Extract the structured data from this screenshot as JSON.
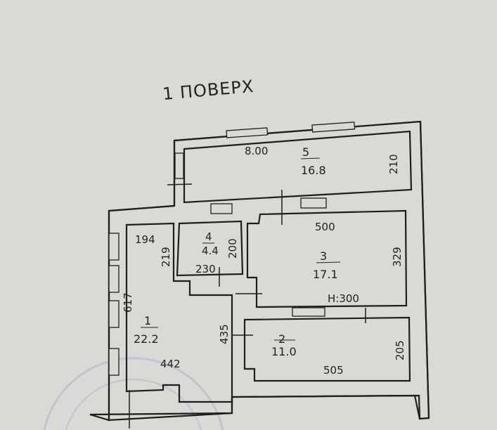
{
  "title": "1 ПОВЕРХ",
  "rooms": [
    {
      "number": "1",
      "area": "22.2",
      "width": "442",
      "length": "617",
      "extra": "435"
    },
    {
      "number": "2",
      "area": "11.0",
      "width": "505",
      "length": "205"
    },
    {
      "number": "3",
      "area": "17.1",
      "width": "500",
      "length": "329",
      "height": "H:300"
    },
    {
      "number": "4",
      "area": "4.4",
      "width": "230",
      "length": "200",
      "extra": "219"
    },
    {
      "number": "5",
      "area": "16.8",
      "width": "8.00",
      "length": "210"
    }
  ],
  "extra_dims": {
    "d194": "194"
  },
  "colors": {
    "paper": "#d9d9d5",
    "ink": "#1e1e1e",
    "stamp": "#9fb0cc"
  }
}
